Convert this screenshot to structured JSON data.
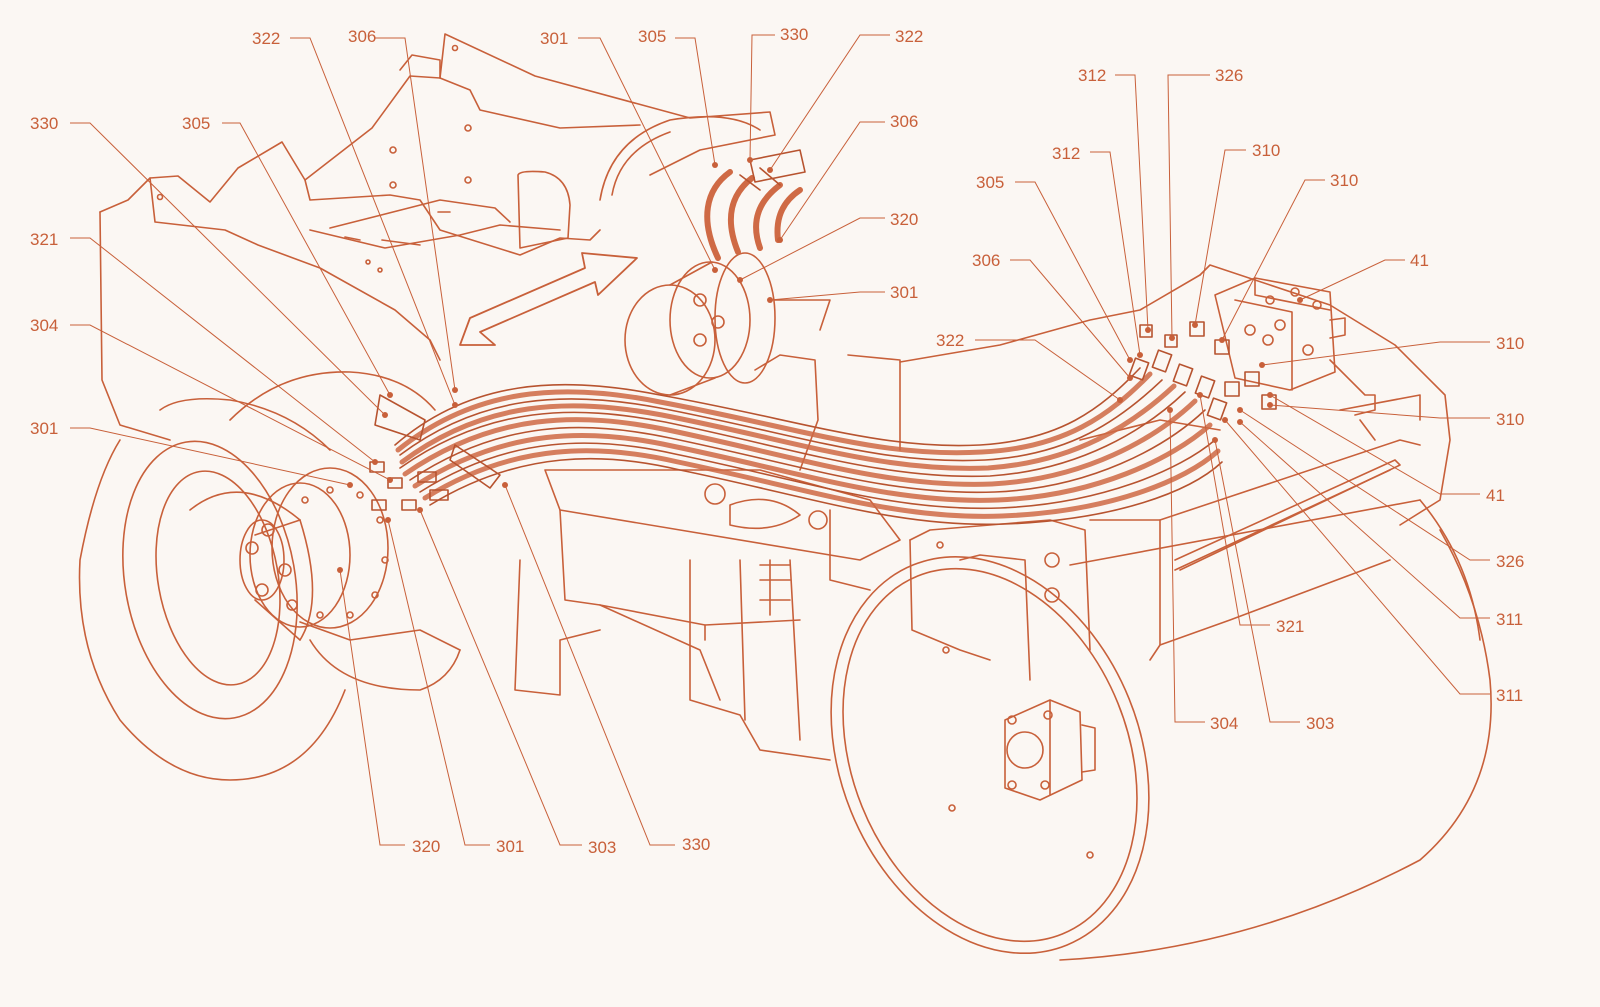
{
  "colors": {
    "line": "#c8603a",
    "hose": "#cf6a45",
    "hose_dark": "#b7532f",
    "background": "#fbf7f3"
  },
  "callouts": [
    "322",
    "306",
    "301",
    "305",
    "330",
    "322",
    "330",
    "305",
    "306",
    "320",
    "301",
    "321",
    "304",
    "301",
    "312",
    "326",
    "312",
    "310",
    "310",
    "305",
    "306",
    "41",
    "322",
    "310",
    "310",
    "41",
    "326",
    "321",
    "311",
    "311",
    "304",
    "303",
    "320",
    "301",
    "303",
    "330"
  ]
}
